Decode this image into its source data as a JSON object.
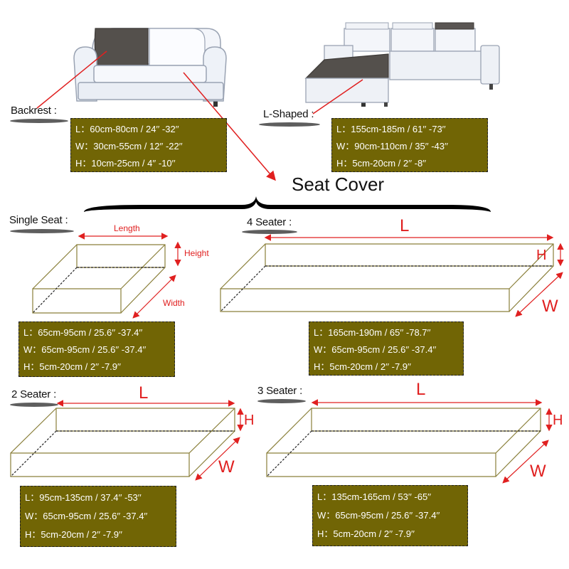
{
  "title": "Seat Cover",
  "colors": {
    "spec_box": "#716505",
    "arrow": "#e02020",
    "sofa_fill": "#eef2f8",
    "cushion_dark": "#54504c"
  },
  "sections": {
    "backrest": {
      "label": "Backrest :",
      "specs": [
        "L：60cm-80cm / 24′′  -32′′",
        "W：30cm-55cm / 12′′  -22′′",
        "H：10cm-25cm / 4′′  -10′′"
      ]
    },
    "l_shaped": {
      "label": "L-Shaped :",
      "specs": [
        "L：155cm-185m / 61′′  -73′′",
        "W：90cm-110cm / 35′′  -43′′",
        "H：5cm-20cm / 2′′  -8′′"
      ]
    },
    "single_seat": {
      "label": "Single Seat :",
      "dims": {
        "length": "Length",
        "height": "Height",
        "width": "Width"
      },
      "specs": [
        "L：65cm-95cm / 25.6′′  -37.4′′",
        "W：65cm-95cm / 25.6′′  -37.4′′",
        "H：5cm-20cm / 2′′  -7.9′′"
      ]
    },
    "four_seater": {
      "label": "4 Seater :",
      "dims": {
        "length": "L",
        "height": "H",
        "width": "W"
      },
      "specs": [
        "L：165cm-190m / 65′′  -78.7′′",
        "W：65cm-95cm / 25.6′′  -37.4′′",
        "H：5cm-20cm / 2′′  -7.9′′"
      ]
    },
    "two_seater": {
      "label": "2 Seater :",
      "dims": {
        "length": "L",
        "height": "H",
        "width": "W"
      },
      "specs": [
        "L：95cm-135cm / 37.4′′  -53′′",
        "W：65cm-95cm / 25.6′′  -37.4′′",
        "H：5cm-20cm / 2′′  -7.9′′"
      ]
    },
    "three_seater": {
      "label": "3 Seater :",
      "dims": {
        "length": "L",
        "height": "H",
        "width": "W"
      },
      "specs": [
        "L：135cm-165cm / 53′′  -65′′",
        "W：65cm-95cm / 25.6′′  -37.4′′",
        "H：5cm-20cm / 2′′  -7.9′′"
      ]
    }
  }
}
